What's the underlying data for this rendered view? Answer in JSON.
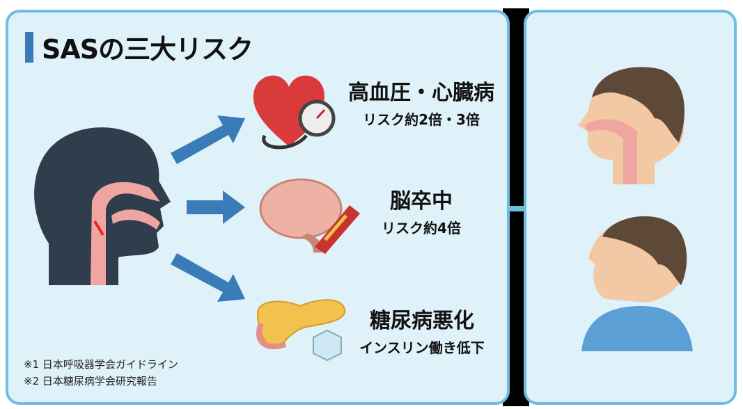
{
  "title": "SASの三大リスク",
  "risks": [
    {
      "heading": "高血圧・心臓病",
      "detail": "リスク約2倍・3倍",
      "icon": "heart-blood-pressure-icon"
    },
    {
      "heading": "脳卒中",
      "detail": "リスク約4倍",
      "icon": "brain-artery-icon"
    },
    {
      "heading": "糖尿病悪化",
      "detail": "インスリン働き低下",
      "icon": "pancreas-icon"
    }
  ],
  "notes": [
    "※1 日本呼吸器学会ガイドライン",
    "※2 日本糖尿病学会研究報告"
  ],
  "colors": {
    "panel": "#dff1f9",
    "border": "#6fbde3",
    "arrow": "#3a7cb8",
    "skin": "#f3c9a5",
    "hair": "#5e4838",
    "shirt": "#5b9fd4"
  }
}
